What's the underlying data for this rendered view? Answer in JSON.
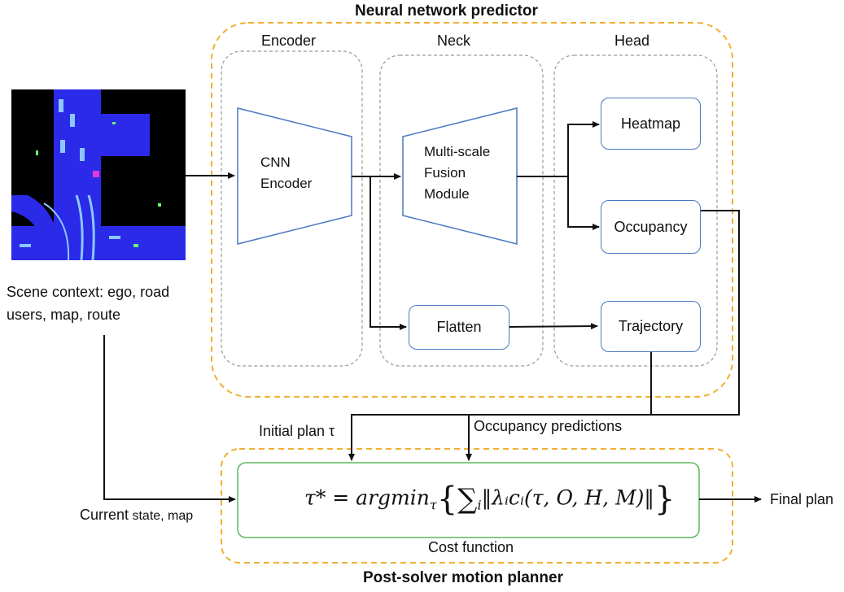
{
  "predictor": {
    "title": "Neural network predictor",
    "encoder_label": "Encoder",
    "neck_label": "Neck",
    "head_label": "Head",
    "cnn_encoder": "CNN\nEncoder",
    "fusion_module": "Multi-scale\nFusion\nModule",
    "flatten": "Flatten",
    "heatmap": "Heatmap",
    "occupancy": "Occupancy",
    "trajectory": "Trajectory"
  },
  "scene": {
    "caption_line1": "Scene context: ego, road",
    "caption_line2": "users, map, route"
  },
  "planner": {
    "title": "Post-solver motion planner",
    "initial_plan": "Initial plan τ",
    "occupancy_predictions": "Occupancy predictions",
    "current_state_big": "Current",
    "current_state_small": " state, map",
    "cost_function": "Cost function",
    "final_plan": "Final plan",
    "formula_lhs": "τ* = argmin",
    "formula_sub": "τ",
    "formula_sum": "∑",
    "formula_sum_sub": "i",
    "formula_body": "‖λᵢcᵢ(τ, O, H, M)‖"
  },
  "colors": {
    "orange_dashed": "#f0b030",
    "gray_dashed": "#9a9a9a",
    "blue_stroke": "#4a78c2",
    "green_stroke": "#5cb85c"
  }
}
